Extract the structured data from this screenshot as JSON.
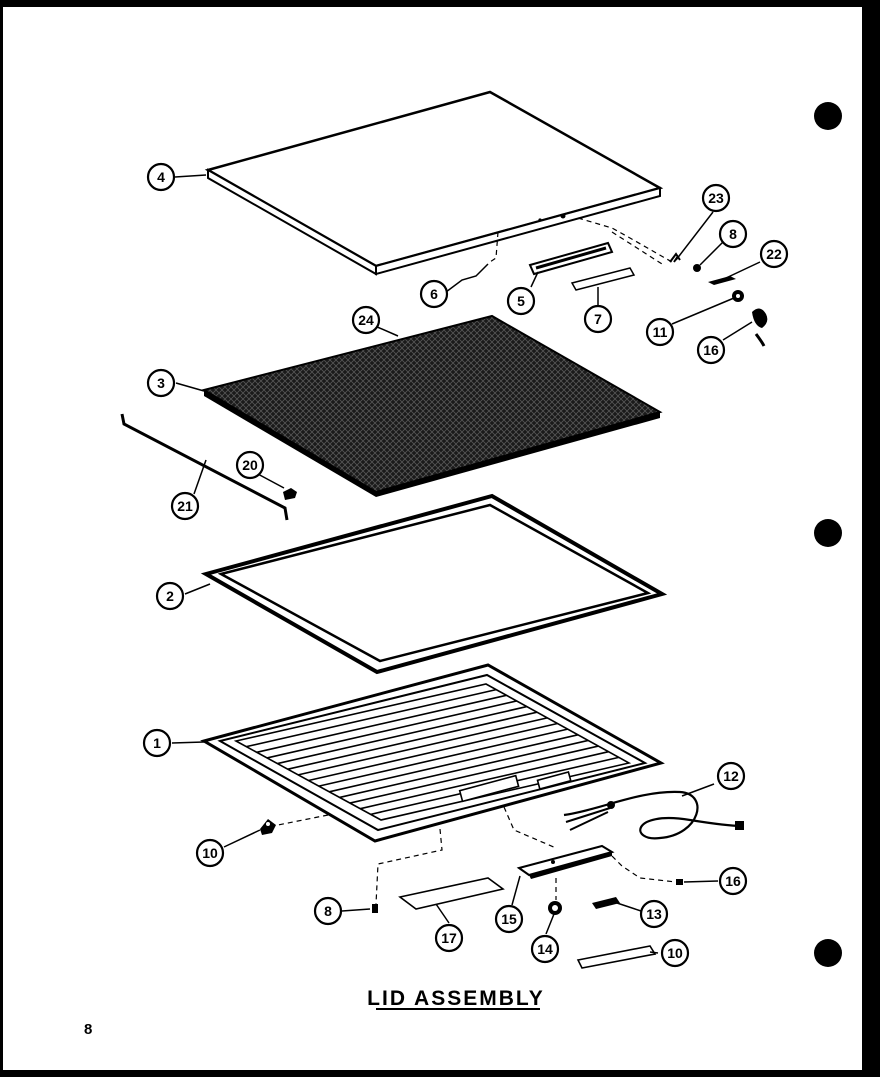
{
  "diagram": {
    "title": "LID ASSEMBLY",
    "page_number": "8",
    "callouts": {
      "c1": "1",
      "c2": "2",
      "c3": "3",
      "c4": "4",
      "c5": "5",
      "c6": "6",
      "c7": "7",
      "c8a": "8",
      "c8b": "8",
      "c10a": "10",
      "c10b": "10",
      "c11": "11",
      "c12": "12",
      "c13": "13",
      "c14": "14",
      "c15": "15",
      "c16a": "16",
      "c16b": "16",
      "c17": "17",
      "c20": "20",
      "c21": "21",
      "c22": "22",
      "c23": "23",
      "c24": "24"
    }
  }
}
